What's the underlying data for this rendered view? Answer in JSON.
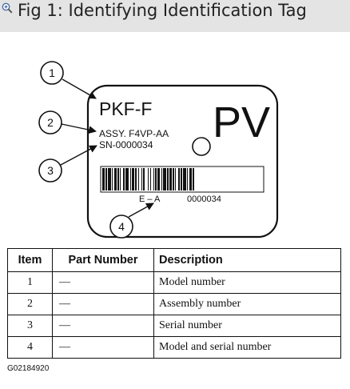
{
  "header": {
    "title": "Fig 1: Identifying Identification Tag",
    "icon": "zoom-in-icon"
  },
  "tag": {
    "model": "PKF-F",
    "assembly": "ASSY. F4VP-AA",
    "serial": "SN-0000034",
    "code": "PV",
    "barcode_left": "E – A",
    "barcode_right": "0000034"
  },
  "callouts": [
    "1",
    "2",
    "3",
    "4"
  ],
  "table": {
    "headers": [
      "Item",
      "Part Number",
      "Description"
    ],
    "rows": [
      {
        "item": "1",
        "part": "—",
        "description": "Model number"
      },
      {
        "item": "2",
        "part": "—",
        "description": "Assembly number"
      },
      {
        "item": "3",
        "part": "—",
        "description": "Serial number"
      },
      {
        "item": "4",
        "part": "—",
        "description": "Model and serial number"
      }
    ]
  },
  "figure_code": "G02184920"
}
